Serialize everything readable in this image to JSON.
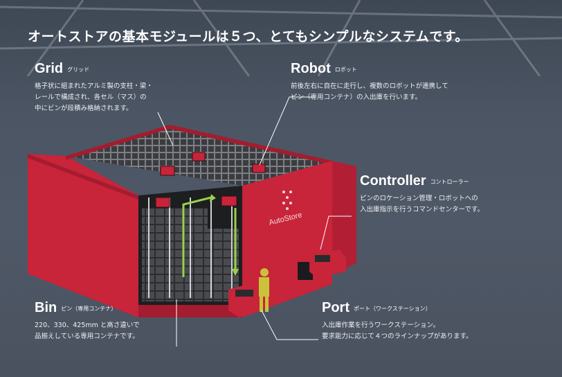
{
  "heading": "オートストアの基本モジュールは５つ、とてもシンプルなシステムです。",
  "logo": "AutoStore",
  "modules": {
    "grid": {
      "title": "Grid",
      "subtitle": "グリッド",
      "lines": [
        "格子状に組まれたアルミ製の支柱・梁・",
        "レールで構成され、各セル（マス）の",
        "中にビンが段積み格納されます。"
      ]
    },
    "robot": {
      "title": "Robot",
      "subtitle": "ロボット",
      "lines": [
        "前後左右に自在に走行し、複数のロボットが連携して",
        "ピン（専用コンテナ）の入出庫を行います。"
      ]
    },
    "controller": {
      "title": "Controller",
      "subtitle": "コントローラー",
      "lines": [
        "ピンのロケーション管理・ロボットへの",
        "入出庫指示を行うコマンドセンターです。"
      ]
    },
    "bin": {
      "title": "Bin",
      "subtitle": "ピン（専用コンテナ）",
      "lines": [
        "220、330、425mm と高さ違いで",
        "品揃えしている専用コンテナです。"
      ]
    },
    "port": {
      "title": "Port",
      "subtitle": "ポート（ワークステーション）",
      "lines": [
        "入出庫作業を行うワークステーション。",
        "要求能力に応じて４つのラインナップがあります。"
      ]
    }
  },
  "colors": {
    "background": "#4b5563",
    "wall": "#c8243a",
    "accent_arrow": "#9bd14a",
    "operator": "#c9c23a"
  }
}
